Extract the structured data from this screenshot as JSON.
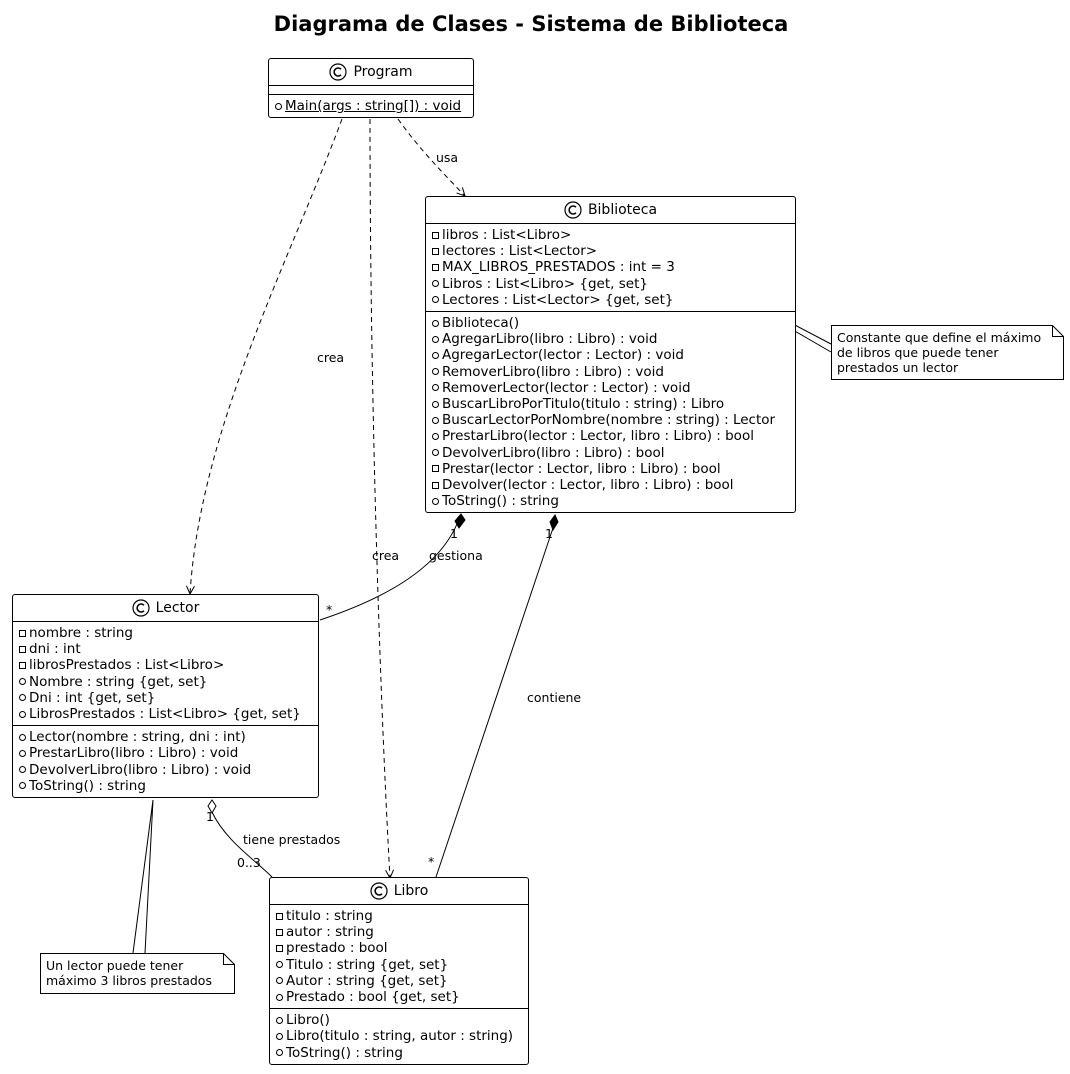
{
  "title": "Diagrama de Clases - Sistema de Biblioteca",
  "classes": {
    "program": {
      "name": "Program",
      "attributes": [],
      "methods": [
        {
          "vis": "public",
          "text": "Main(args : string[]) : void",
          "static": true
        }
      ]
    },
    "biblioteca": {
      "name": "Biblioteca",
      "attributes": [
        {
          "vis": "private",
          "text": "libros : List<Libro>"
        },
        {
          "vis": "private",
          "text": "lectores : List<Lector>"
        },
        {
          "vis": "private",
          "text": "MAX_LIBROS_PRESTADOS : int = 3"
        },
        {
          "vis": "public",
          "text": "Libros : List<Libro> {get, set}"
        },
        {
          "vis": "public",
          "text": "Lectores : List<Lector> {get, set}"
        }
      ],
      "methods": [
        {
          "vis": "public",
          "text": "Biblioteca()"
        },
        {
          "vis": "public",
          "text": "AgregarLibro(libro : Libro) : void"
        },
        {
          "vis": "public",
          "text": "AgregarLector(lector : Lector) : void"
        },
        {
          "vis": "public",
          "text": "RemoverLibro(libro : Libro) : void"
        },
        {
          "vis": "public",
          "text": "RemoverLector(lector : Lector) : void"
        },
        {
          "vis": "public",
          "text": "BuscarLibroPorTitulo(titulo : string) : Libro"
        },
        {
          "vis": "public",
          "text": "BuscarLectorPorNombre(nombre : string) : Lector"
        },
        {
          "vis": "public",
          "text": "PrestarLibro(lector : Lector, libro : Libro) : bool"
        },
        {
          "vis": "public",
          "text": "DevolverLibro(libro : Libro) : bool"
        },
        {
          "vis": "private",
          "text": "Prestar(lector : Lector, libro : Libro) : bool"
        },
        {
          "vis": "private",
          "text": "Devolver(lector : Lector, libro : Libro) : bool"
        },
        {
          "vis": "public",
          "text": "ToString() : string"
        }
      ]
    },
    "lector": {
      "name": "Lector",
      "attributes": [
        {
          "vis": "private",
          "text": "nombre : string"
        },
        {
          "vis": "private",
          "text": "dni : int"
        },
        {
          "vis": "private",
          "text": "librosPrestados : List<Libro>"
        },
        {
          "vis": "public",
          "text": "Nombre : string {get, set}"
        },
        {
          "vis": "public",
          "text": "Dni : int {get, set}"
        },
        {
          "vis": "public",
          "text": "LibrosPrestados : List<Libro> {get, set}"
        }
      ],
      "methods": [
        {
          "vis": "public",
          "text": "Lector(nombre : string, dni : int)"
        },
        {
          "vis": "public",
          "text": "PrestarLibro(libro : Libro) : void"
        },
        {
          "vis": "public",
          "text": "DevolverLibro(libro : Libro) : void"
        },
        {
          "vis": "public",
          "text": "ToString() : string"
        }
      ]
    },
    "libro": {
      "name": "Libro",
      "attributes": [
        {
          "vis": "private",
          "text": "titulo : string"
        },
        {
          "vis": "private",
          "text": "autor : string"
        },
        {
          "vis": "private",
          "text": "prestado : bool"
        },
        {
          "vis": "public",
          "text": "Titulo : string {get, set}"
        },
        {
          "vis": "public",
          "text": "Autor : string {get, set}"
        },
        {
          "vis": "public",
          "text": "Prestado : bool {get, set}"
        }
      ],
      "methods": [
        {
          "vis": "public",
          "text": "Libro()"
        },
        {
          "vis": "public",
          "text": "Libro(titulo : string, autor : string)"
        },
        {
          "vis": "public",
          "text": "ToString() : string"
        }
      ]
    }
  },
  "relations": {
    "usa": {
      "label": "usa"
    },
    "crea_lector": {
      "label": "crea"
    },
    "crea_libro": {
      "label": "crea"
    },
    "gestiona": {
      "label": "gestiona",
      "from_mult": "1",
      "to_mult": "*"
    },
    "contiene": {
      "label": "contiene",
      "from_mult": "1",
      "to_mult": "*"
    },
    "tiene_prestados": {
      "label": "tiene prestados",
      "from_mult": "1",
      "to_mult": "0..3"
    }
  },
  "notes": {
    "max_constant": {
      "lines": [
        "Constante que define el máximo",
        "de libros que puede tener",
        "prestados un lector"
      ]
    },
    "lector_limit": {
      "lines": [
        "Un lector puede tener",
        "máximo 3 libros prestados"
      ]
    }
  }
}
